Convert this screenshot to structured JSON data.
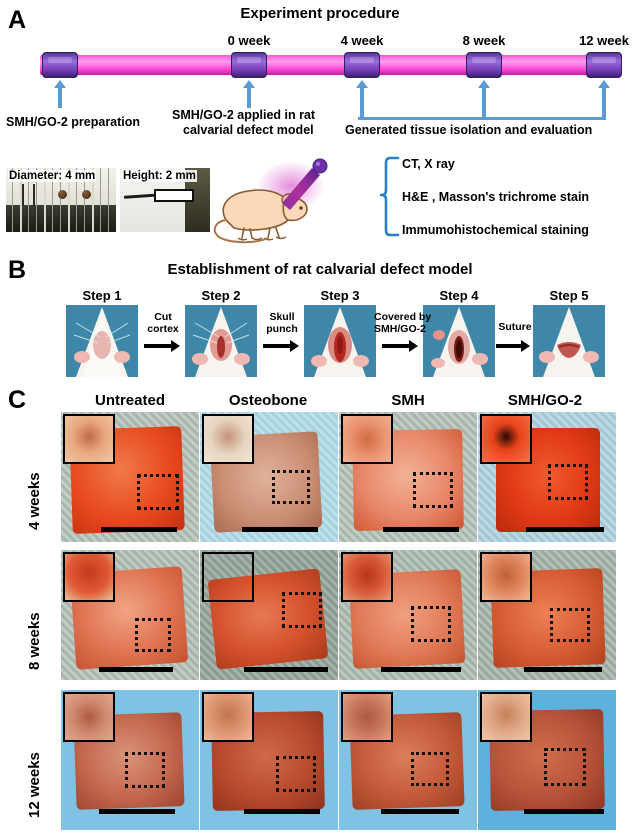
{
  "panels": {
    "a": {
      "letter": "A",
      "title": "Experiment procedure",
      "timeline": {
        "ticks": [
          {
            "label": "",
            "week": "start"
          },
          {
            "label": "0 week",
            "week": "0"
          },
          {
            "label": "4 week",
            "week": "4"
          },
          {
            "label": "8 week",
            "week": "8"
          },
          {
            "label": "12 week",
            "week": "12"
          }
        ],
        "bar_color": "#ff5ae0",
        "block_color": "#7b4fc0",
        "arrow_color": "#5b9bd5"
      },
      "captions": {
        "preparation": "SMH/GO-2 preparation",
        "applied_line1": "SMH/GO-2 applied in rat",
        "applied_line2": "calvarial defect model",
        "evaluation": "Generated tissue isolation and evaluation"
      },
      "sample_photos": [
        {
          "label": "Diameter: 4 mm"
        },
        {
          "label": "Height: 2 mm"
        }
      ],
      "analysis_methods": [
        "CT, X ray",
        "H&E , Masson's trichrome stain",
        "Immumohistochemical staining"
      ]
    },
    "b": {
      "letter": "B",
      "title": "Establishment of rat calvarial defect model",
      "steps": [
        {
          "label": "Step 1"
        },
        {
          "label": "Step 2"
        },
        {
          "label": "Step 3"
        },
        {
          "label": "Step 4"
        },
        {
          "label": "Step 5"
        }
      ],
      "transitions": [
        {
          "line1": "Cut",
          "line2": "cortex"
        },
        {
          "line1": "Skull",
          "line2": "punch"
        },
        {
          "line1": "Covered by",
          "line2": "SMH/GO-2"
        },
        {
          "line1": "Suture",
          "line2": ""
        }
      ]
    },
    "c": {
      "letter": "C",
      "columns": [
        "Untreated",
        "Osteobone",
        "SMH",
        "SMH/GO-2"
      ],
      "rows": [
        "4 weeks",
        "8 weeks",
        "12 weeks"
      ],
      "cells": [
        [
          {
            "bg": "#b9c4bd",
            "tissue": "#e4461e",
            "inset": "#e8a07c"
          },
          {
            "bg": "#aedbe8",
            "tissue": "#c98d73",
            "inset": "#e6d4c0"
          },
          {
            "bg": "#b9c4bd",
            "tissue": "#e8876a",
            "inset": "#e8926e"
          },
          {
            "bg": "#a9cfdd",
            "tissue": "#e03a16",
            "inset": "#e83b10"
          }
        ],
        [
          {
            "bg": "#b6c2bb",
            "tissue": "#e07352",
            "inset": "#d8462a"
          },
          {
            "bg": "#9aa79f",
            "tissue": "#d4502c",
            "inset": "#c8583d"
          },
          {
            "bg": "#b3bfb7",
            "tissue": "#e07a58",
            "inset": "#d85a38"
          },
          {
            "bg": "#aab6ae",
            "tissue": "#d85c34",
            "inset": "#e0875e"
          }
        ],
        [
          {
            "bg": "#7fc2e4",
            "tissue": "#c4684e",
            "inset": "#d08a70"
          },
          {
            "bg": "#7fc2e4",
            "tissue": "#b84a2e",
            "inset": "#dd9470"
          },
          {
            "bg": "#7fc2e4",
            "tissue": "#c45a3a",
            "inset": "#c9775c"
          },
          {
            "bg": "#5fb0dd",
            "tissue": "#b8523a",
            "inset": "#e0a888"
          }
        ]
      ]
    }
  }
}
